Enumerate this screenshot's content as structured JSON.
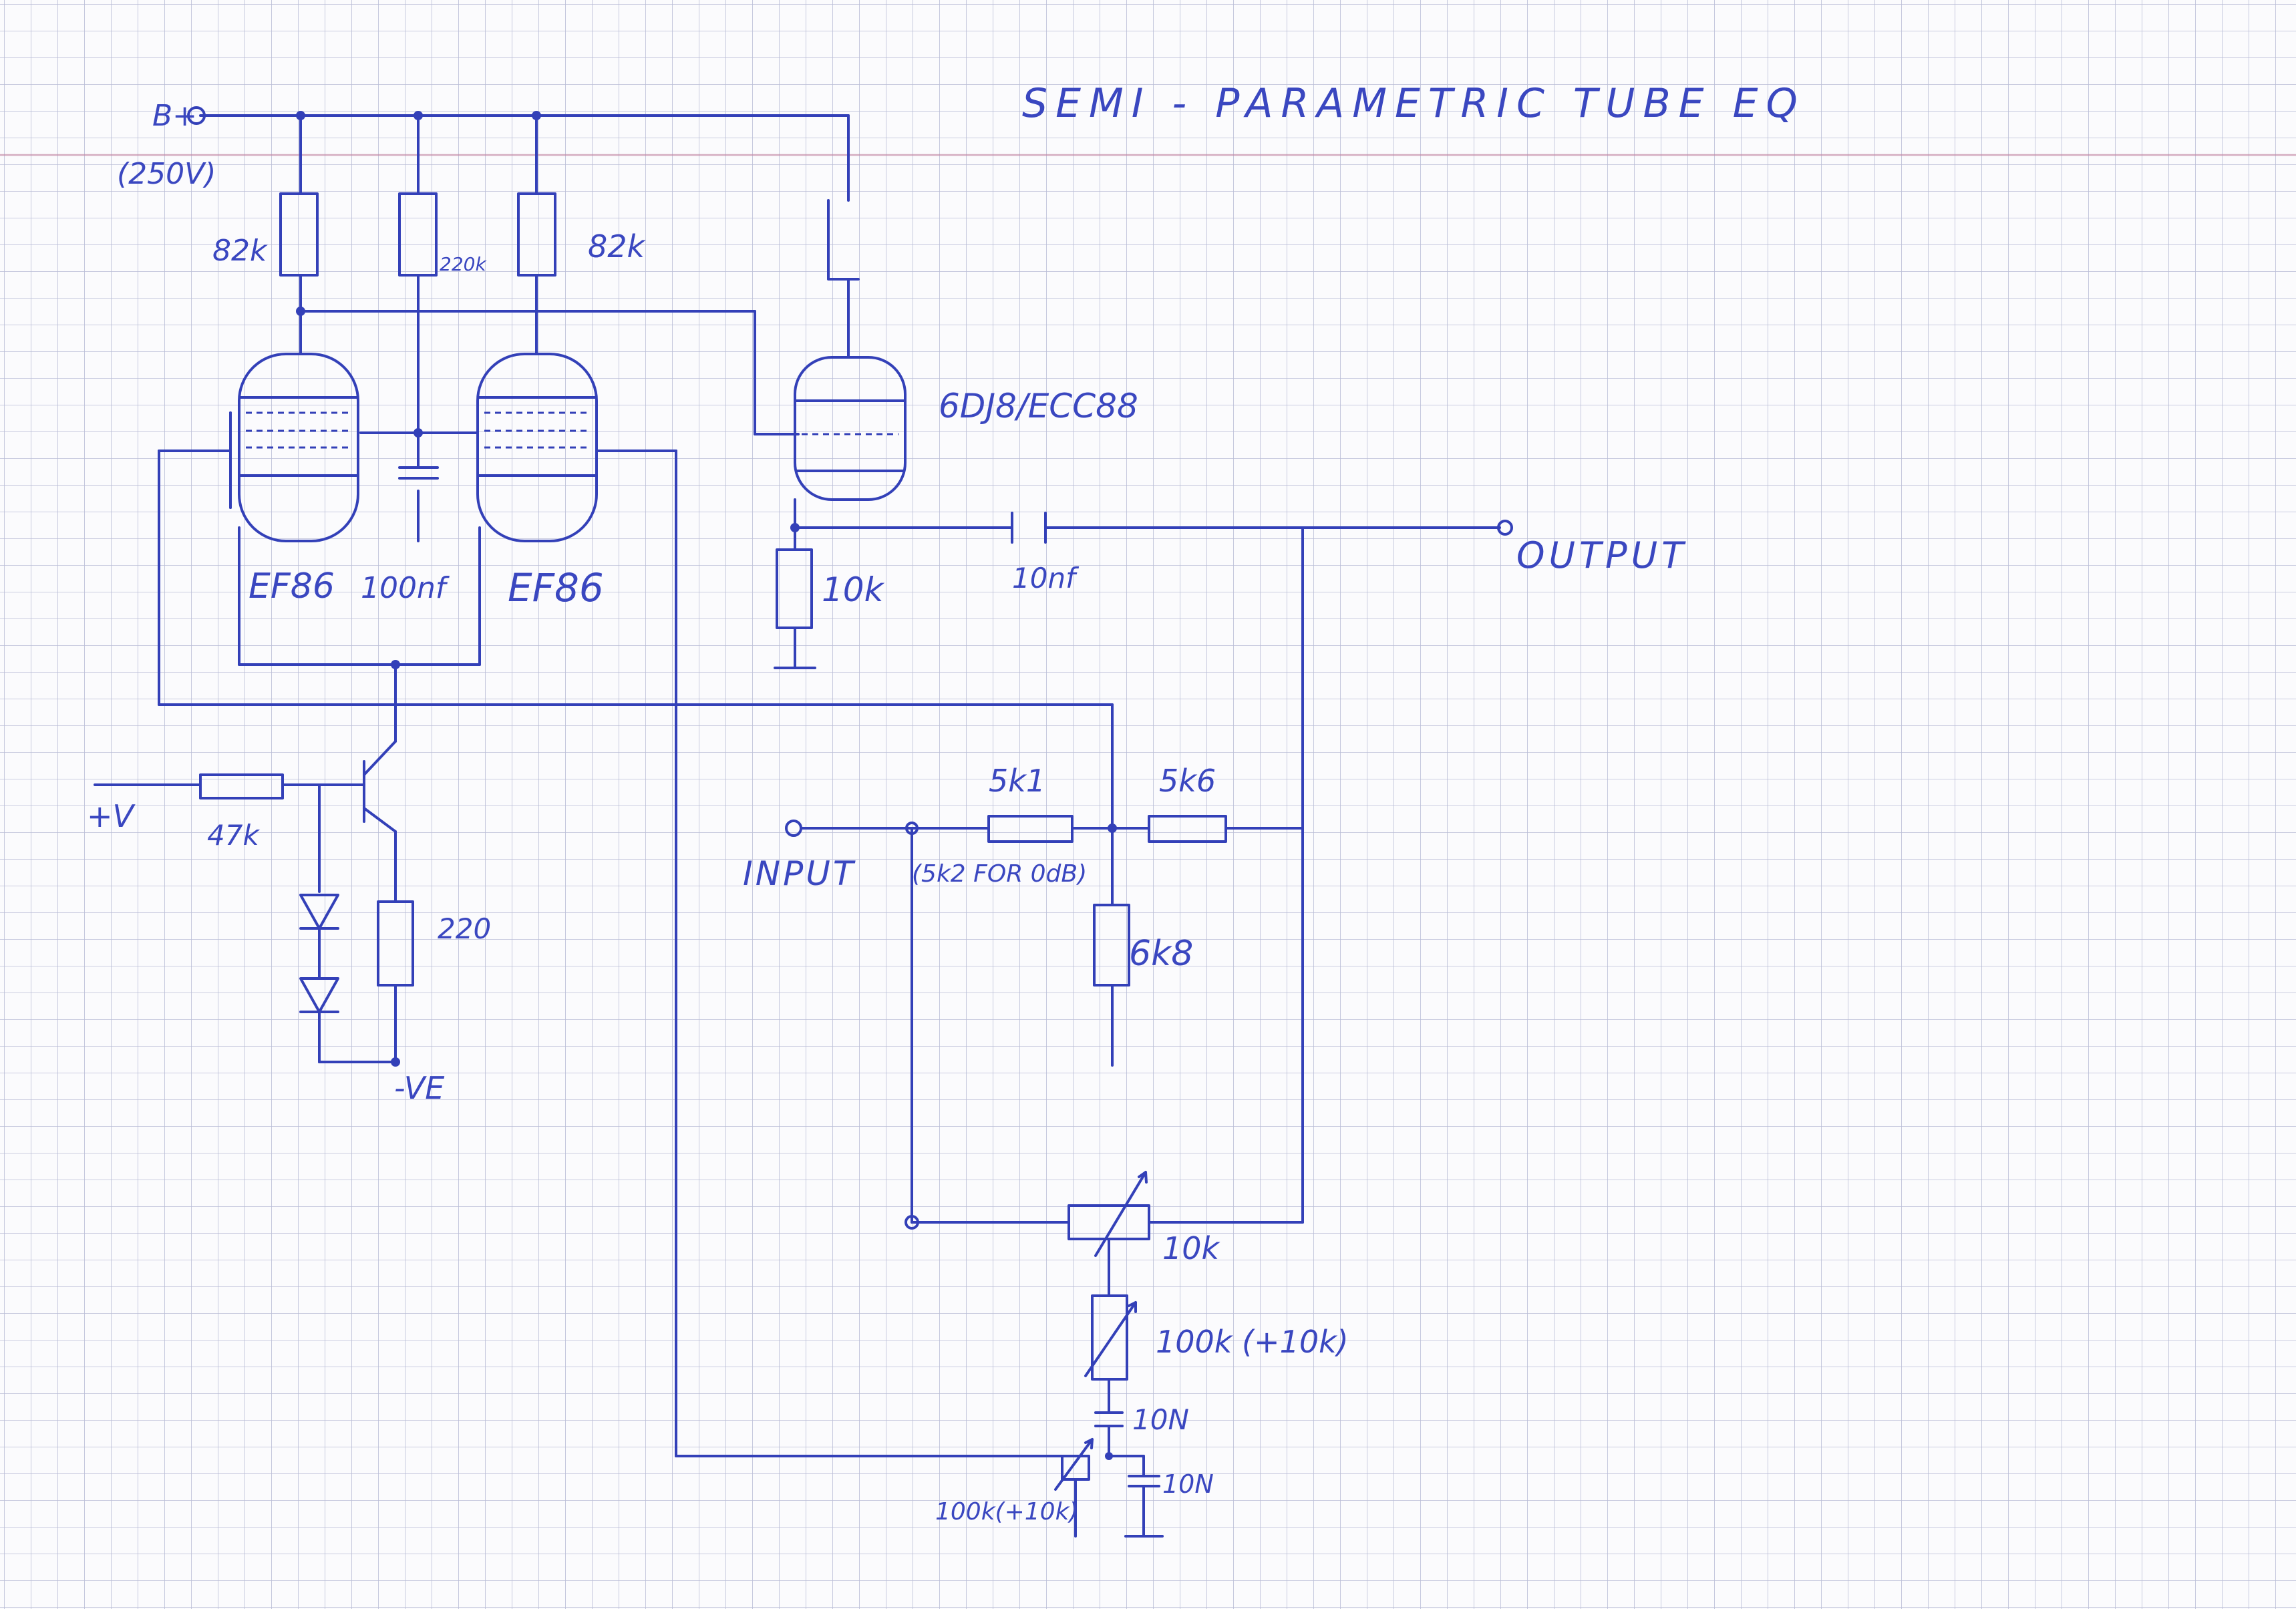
{
  "title": "SEMI - PARAMETRIC  TUBE EQ",
  "supply": {
    "bplus": "B+",
    "bplus_voltage": "(250V)",
    "plus_v": "+V",
    "minus_ve": "-VE"
  },
  "components": {
    "r_plate_left": "82k",
    "r_screen": "220k",
    "r_plate_right": "82k",
    "c_screen": "100nf",
    "tube_left": "EF86",
    "tube_right": "EF86",
    "tube_follower": "6DJ8/ECC88",
    "r_cathode_follower": "10k",
    "c_output": "10nf",
    "r_tail": "47k",
    "r_emitter": "220",
    "r_input": "5k1",
    "r_input_note": "(5k2 FOR 0dB)",
    "r_feedback": "5k6",
    "r_shunt": "6k8",
    "pot_boost_cut": "10k",
    "pot_q": "100k (+10k)",
    "c_series": "10N",
    "c_shunt": "10N",
    "pot_freq": "100k(+10k)"
  },
  "ports": {
    "input": "INPUT",
    "output": "OUTPUT"
  }
}
